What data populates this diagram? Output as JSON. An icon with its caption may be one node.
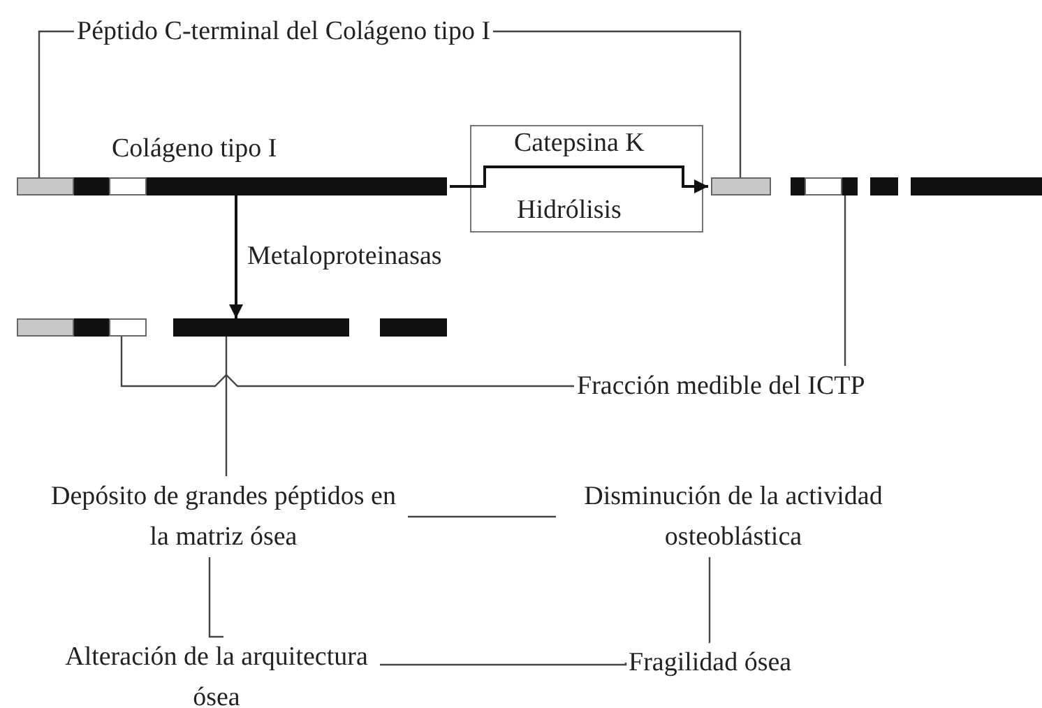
{
  "diagram": {
    "nodes": [
      {
        "text": [
          "Péptido C-terminal del Colágeno tipo I"
        ]
      },
      {
        "text": [],
        "shape": "bar"
      },
      {
        "text": [],
        "shape": "bar"
      },
      {
        "text": [],
        "shape": "bar"
      },
      {
        "text": [],
        "shape": "bar"
      },
      {
        "text": [],
        "shape": "bar"
      },
      {
        "text": [],
        "shape": "bar"
      },
      {
        "text": [],
        "shape": "bar"
      },
      {
        "text": [],
        "shape": "bar"
      },
      {
        "text": [
          "Fracción medible del ICTP"
        ]
      },
      {
        "text": [
          "Depósito de grandes péptidos en la matriz ósea"
        ]
      },
      {
        "text": [
          "Disminución de la actividad osteoblástica"
        ]
      },
      {
        "text": [
          "Alteración de la arquitectura ósea"
        ]
      },
      {
        "text": [
          "Fragilidad ósea"
        ]
      }
    ],
    "edges": [
      {
        "from": 0,
        "to": 1,
        "arrow": "none"
      },
      {
        "from": 0,
        "to": 2,
        "arrow": "none"
      },
      {
        "from": 1,
        "to": 2,
        "arrow": "to",
        "label": "Catepsina K"
      },
      {
        "from": 1,
        "to": 7,
        "arrow": "to",
        "label": "Metaloproteinasas"
      },
      {
        "from": 9,
        "to": 3,
        "arrow": "none"
      },
      {
        "from": 9,
        "to": 6,
        "arrow": "none"
      },
      {
        "from": 7,
        "to": 10,
        "arrow": "none"
      },
      {
        "from": 10,
        "to": 11,
        "arrow": "none"
      },
      {
        "from": 10,
        "to": 12,
        "arrow": "none"
      },
      {
        "from": 11,
        "to": 13,
        "arrow": "none"
      },
      {
        "from": 12,
        "to": 13,
        "arrow": "none"
      }
    ],
    "labels": [
      "Colágeno tipo I",
      "Hidrólisis"
    ]
  }
}
